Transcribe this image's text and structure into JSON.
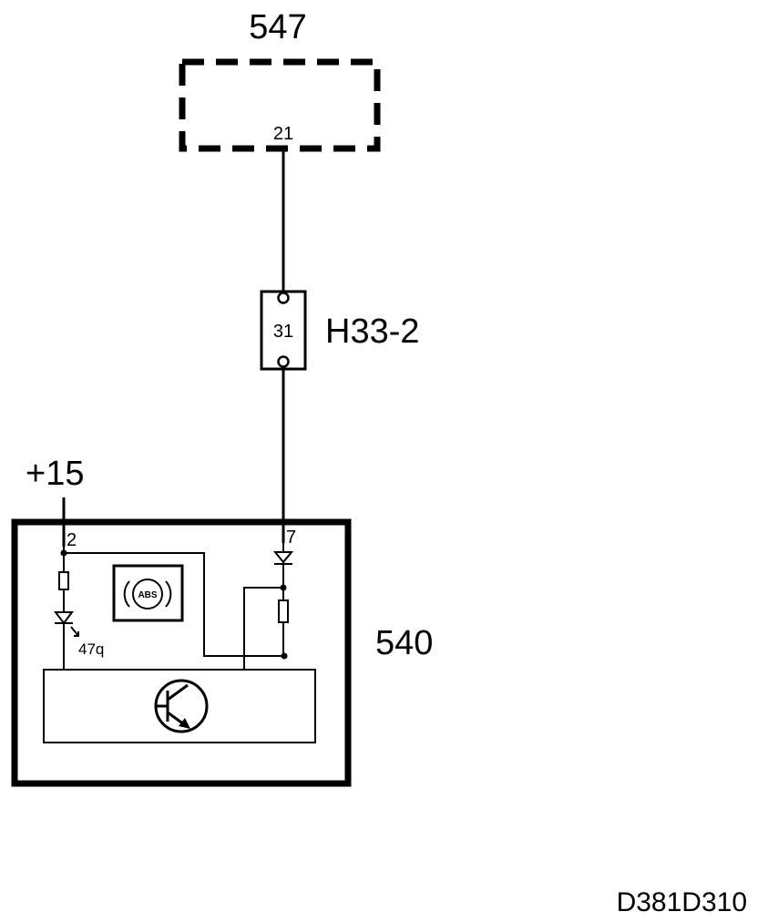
{
  "diagram": {
    "component_547": {
      "label": "547",
      "pin": "21"
    },
    "connector": {
      "label": "H33-2",
      "pin": "31"
    },
    "supply": {
      "label": "+15"
    },
    "component_540": {
      "label": "540",
      "pin_supply": "2",
      "pin_signal": "7",
      "lamp_label": "47q",
      "symbol_text": "ABS"
    },
    "drawing_id": "D381D310"
  }
}
